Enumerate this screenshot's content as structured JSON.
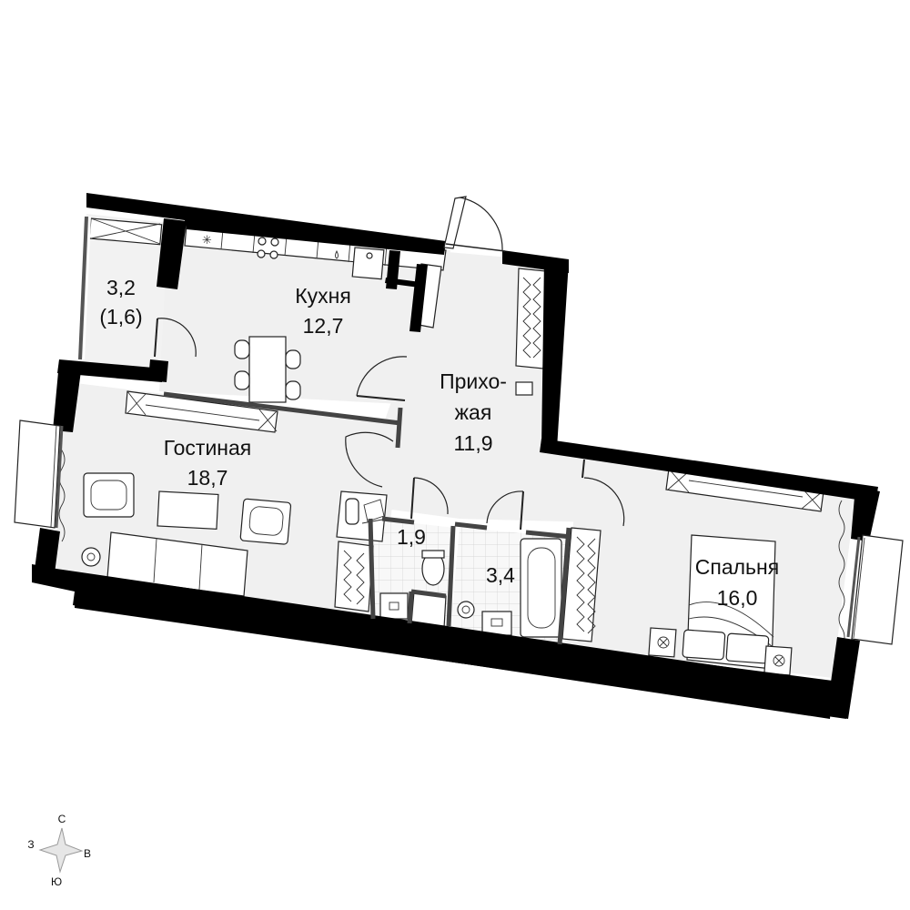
{
  "rooms": {
    "balcony": {
      "area": "3,2",
      "area_reduced": "(1,6)"
    },
    "kitchen": {
      "name": "Кухня",
      "area": "12,7"
    },
    "hallway": {
      "name_line1": "Прихо-",
      "name_line2": "жая",
      "area": "11,9"
    },
    "living": {
      "name": "Гостиная",
      "area": "18,7"
    },
    "wc": {
      "area": "1,9"
    },
    "bathroom": {
      "area": "3,4"
    },
    "bedroom": {
      "name": "Спальня",
      "area": "16,0"
    }
  },
  "compass": {
    "north": "С",
    "south": "Ю",
    "west": "З",
    "east": "В"
  },
  "colors": {
    "wall": "#000000",
    "floor": "#f0f0f0",
    "tile_floor": "#f7f7f7",
    "furniture": "#ffffff"
  }
}
